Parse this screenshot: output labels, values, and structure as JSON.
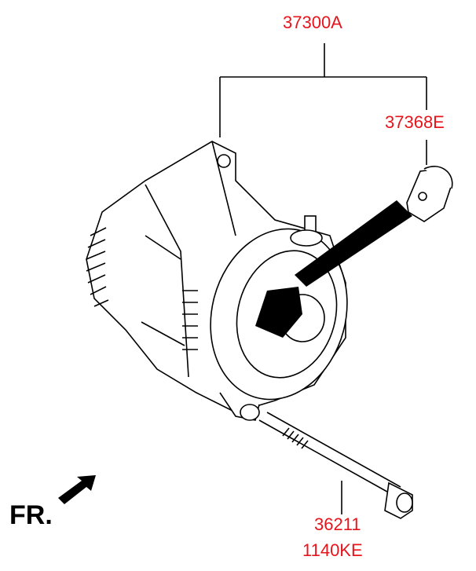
{
  "labels": {
    "alternator": "37300A",
    "connector": "37368E",
    "bolt_part": "36211",
    "bolt_spec": "1140KE"
  },
  "direction_marker": "FR.",
  "colors": {
    "label": "#e8141b",
    "line": "#000000"
  }
}
